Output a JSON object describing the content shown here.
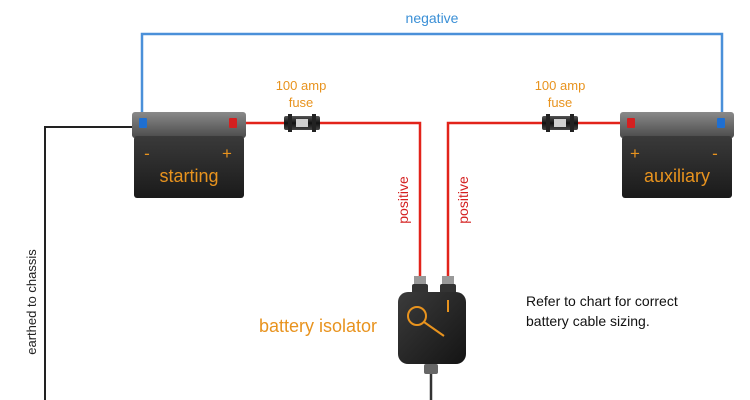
{
  "wires": {
    "negative_label": "negative",
    "positive_left_label": "positive",
    "positive_right_label": "positive",
    "earth_label": "earthed to chassis"
  },
  "fuses": [
    {
      "line1": "100 amp",
      "line2": "fuse"
    },
    {
      "line1": "100 amp",
      "line2": "fuse"
    }
  ],
  "batteries": {
    "starting": {
      "label": "starting",
      "left_sign": "-",
      "right_sign": "+"
    },
    "auxiliary": {
      "label": "auxiliary",
      "left_sign": "+",
      "right_sign": "-"
    }
  },
  "isolator": {
    "label": "battery isolator"
  },
  "note": {
    "line1": "Refer to chart for correct",
    "line2": "battery cable sizing."
  },
  "colors": {
    "negative_wire": "#4a90d9",
    "positive_wire": "#e2231a",
    "earth_wire": "#222222",
    "label_orange": "#e8931e",
    "negative_text": "#3a8fd6",
    "positive_text": "#d42020",
    "battery_body": "#2b2b2b"
  }
}
